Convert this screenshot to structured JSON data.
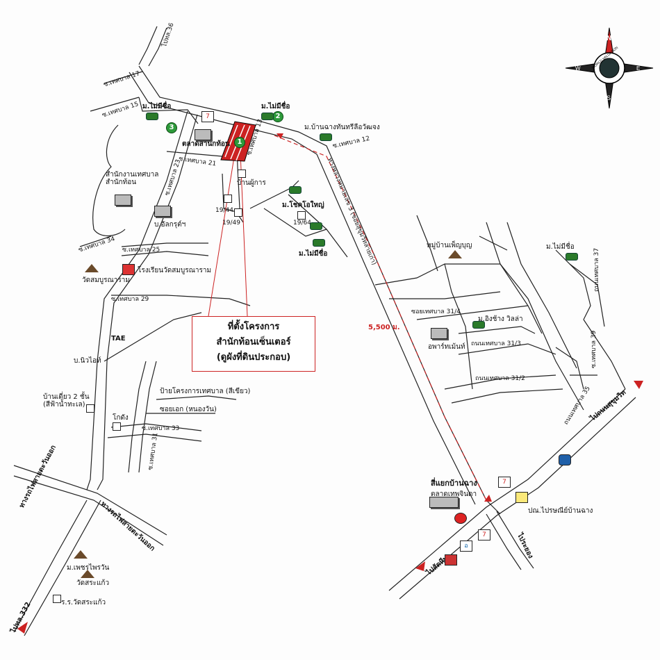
{
  "labels": {
    "road_to_36": "ไปทล.36",
    "soi_17": "ซ.เทศบาล 17",
    "soi_15": "ซ.เทศบาล 15",
    "soi_13": "ซ.เทศบาล 13",
    "soi_12": "ซ.เทศบาล 12",
    "soi_21": "ซ.เทศบาล 21",
    "soi_23": "ซ.เทศบาล 23",
    "soi_25": "ซ.เทศบาล 25",
    "soi_29": "ซ.เทศบาล 29",
    "soi_31": "ซ.เทศบาล 31",
    "soi_33": "ซ.เทศบาล 33",
    "soi_34": "ซ.เทศบาล 34",
    "village_nameless_1": "ม.ไม่มีชื่อ",
    "village_nameless_2": "ม.ไม่มีชื่อ",
    "village_nameless_3": "ม.ไม่มีชื่อ",
    "village_nameless_4": "ม.ไม่มีชื่อ",
    "village_ban_chang": "ม.บ้านฉางทันทรีลือวัฒจง",
    "market_office": "ตลาดสำนักท้อน",
    "ban_phu_kan": "บ้านผู้การ",
    "house_19_44": "19/44",
    "house_19_49": "19/49",
    "house_19_64": "19/64",
    "village_lobsai": "ม.โชคโอใหญ่",
    "muni_office": "สำนักงานเทศบาล\nสำนักท้อน",
    "company_oil": "บ.อัลกรุต์ฯ",
    "school": "โรงเรียนวัดสมบูรณาราม",
    "wat_sombun": "วัดสมบูรณาราม",
    "tae": "TAE",
    "company_niwa": "บ.นิวไอท์",
    "two_storey_house": "บ้านเดี่ยว 2 ชั้น\n(สีฟ้าน้ำทะเล)",
    "water_tank": "โกดัง",
    "muni_sign": "ป้ายโครงการเทศบาล (สีเขียว)",
    "soi_nongwang": "ซอยเอก (หนองวัน)",
    "railway_1": "ทางรถไฟสายตะวันออก",
    "railway_2": "ทางรถไฟสายตะวันออก",
    "village_phet": "ม.เพชรไพรวัน",
    "wat_saket": "วัดสระแก้ว",
    "school_wat": "ร.ร.วัดสระแก้ว",
    "road_332": "ไปทล.332",
    "main_road": "ทางหลวงหมายเลข 3 (ซอยสุขุมวิทสายเก่า)",
    "village_right": "หมู่บ้านเพ็ญบุญ",
    "village_ingcharn": "ม.อิงช้าง วิลล่า",
    "apartment": "อพาร์ทเม้นท์",
    "distance": "5,500 ม.",
    "banchang_junction": "สี่แยกบ้านฉาง",
    "market_banchang": "ตลาดเทพจินดา",
    "post_office": "ปณ.ไปรษณีย์บ้านฉาง",
    "to_rayong": "ไประยอง",
    "to_sattahip": "ไปสัตหีบ",
    "to_sukhumvit": "ไปถนนสุขุมวิท",
    "road_soi_31_4": "ซอยเทศบาล 31/4",
    "road_31_3": "ถนนเทศบาล 31/3",
    "road_31_2": "ถนนเทศบาล 31/2",
    "road_39": "ซ.เทศบาล 39",
    "road_37": "ถนนเทศบาล 37",
    "road_35": "ถนนเทศบาล 35"
  },
  "project_box": {
    "line1": "ที่ตั้งโครงการ",
    "line2": "สำนักท้อนเซ็นเตอร์",
    "line3": "(ดูผังที่ดินประกอบ)"
  },
  "markers": {
    "one": "1",
    "two": "2",
    "three": "3"
  },
  "compass": {
    "north": "N",
    "south": "S",
    "east": "E",
    "west": "W",
    "ring_text": "WORLD VALUATION"
  },
  "shops": {
    "seven": "7",
    "o": "อ"
  },
  "colors": {
    "project": "#cc2222",
    "marker": "#2d9a3a",
    "road": "#222222"
  }
}
